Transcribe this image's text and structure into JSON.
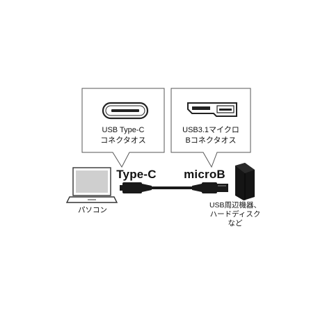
{
  "callouts": {
    "typec": {
      "line1": "USB Type-C",
      "line2": "コネクタオス"
    },
    "microb": {
      "line1": "USB3.1マイクロ",
      "line2": "Bコネクタオス"
    }
  },
  "labels": {
    "typec": "Type-C",
    "microb": "microB",
    "pc": "パソコン",
    "device_line1": "USB周辺機器、",
    "device_line2": "ハードディスク",
    "device_line3": "など"
  },
  "colors": {
    "stroke": "#333333",
    "connector_dark": "#1a1a1a",
    "device_dark": "#151515",
    "laptop_screen": "#cfcfcf"
  }
}
